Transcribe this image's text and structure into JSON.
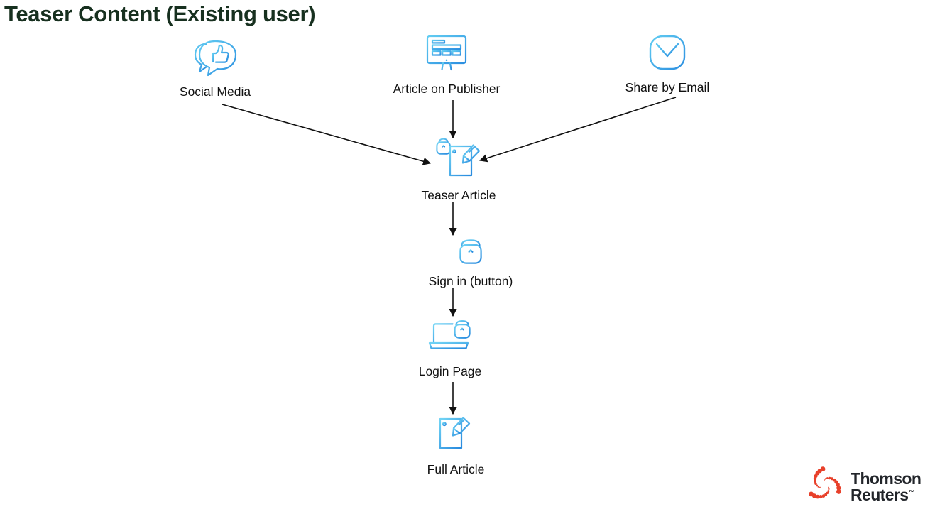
{
  "page": {
    "title": "Teaser Content (Existing user)",
    "title_color": "#17301f",
    "background": "#ffffff"
  },
  "theme": {
    "icon_gradient_start": "#62cdf2",
    "icon_gradient_end": "#2b8ee0",
    "arrow_color": "#111111",
    "label_color": "#111111",
    "logo_dot_color": "#e8402a",
    "logo_text_color": "#22252a"
  },
  "diagram": {
    "type": "flowchart",
    "nodes": [
      {
        "id": "social",
        "label": "Social Media",
        "icon": "speech-bubble-thumbs-up-icon"
      },
      {
        "id": "publisher",
        "label": "Article on Publisher",
        "icon": "desktop-monitor-article-icon"
      },
      {
        "id": "email",
        "label": "Share by Email",
        "icon": "envelope-icon"
      },
      {
        "id": "teaser",
        "label": "Teaser Article",
        "icon": "locked-document-pencil-icon"
      },
      {
        "id": "signin",
        "label": "Sign in (button)",
        "icon": "padlock-icon"
      },
      {
        "id": "login",
        "label": "Login Page",
        "icon": "laptop-padlock-icon"
      },
      {
        "id": "full",
        "label": "Full Article",
        "icon": "document-pencil-icon"
      }
    ],
    "edges": [
      {
        "from": "social",
        "to": "teaser"
      },
      {
        "from": "publisher",
        "to": "teaser"
      },
      {
        "from": "email",
        "to": "teaser"
      },
      {
        "from": "teaser",
        "to": "signin"
      },
      {
        "from": "signin",
        "to": "login"
      },
      {
        "from": "login",
        "to": "full"
      }
    ]
  },
  "logo": {
    "line1": "Thomson",
    "line2": "Reuters",
    "trademark": "™"
  }
}
